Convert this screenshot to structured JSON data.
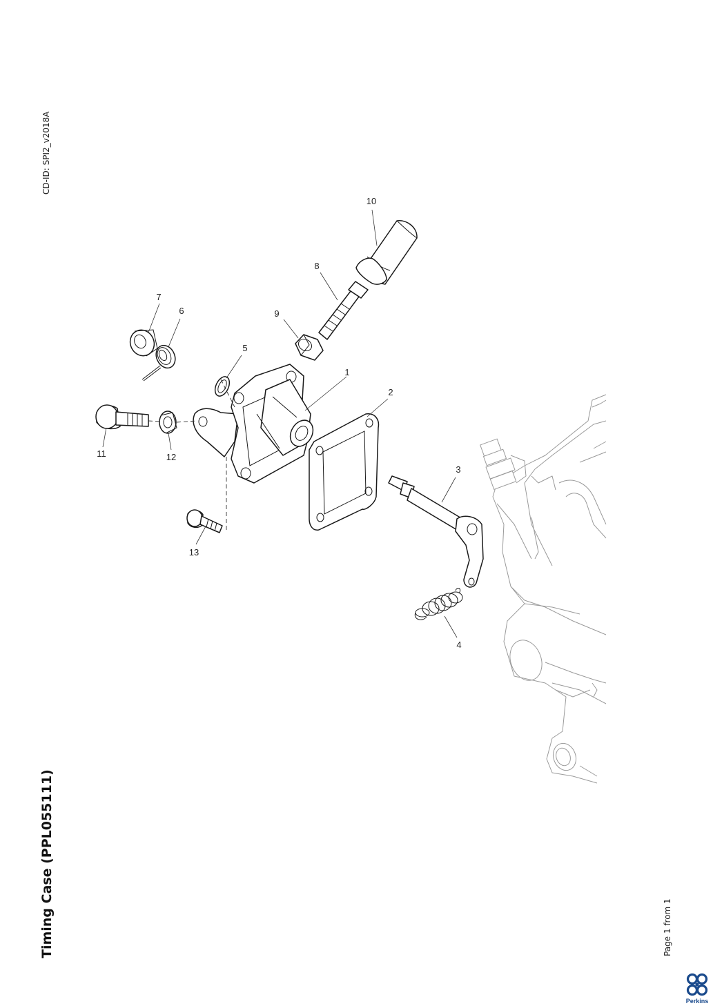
{
  "document": {
    "id_label": "CD-ID: SPI2_v2018A",
    "title": "Timing Case (PPL055111)",
    "page_info": "Page 1 from 1"
  },
  "brand": {
    "logo_text": "Perkins",
    "logo_color": "#1a4a8c"
  },
  "callouts": [
    "1",
    "2",
    "3",
    "4",
    "5",
    "6",
    "7",
    "8",
    "9",
    "10",
    "11",
    "12",
    "13"
  ]
}
